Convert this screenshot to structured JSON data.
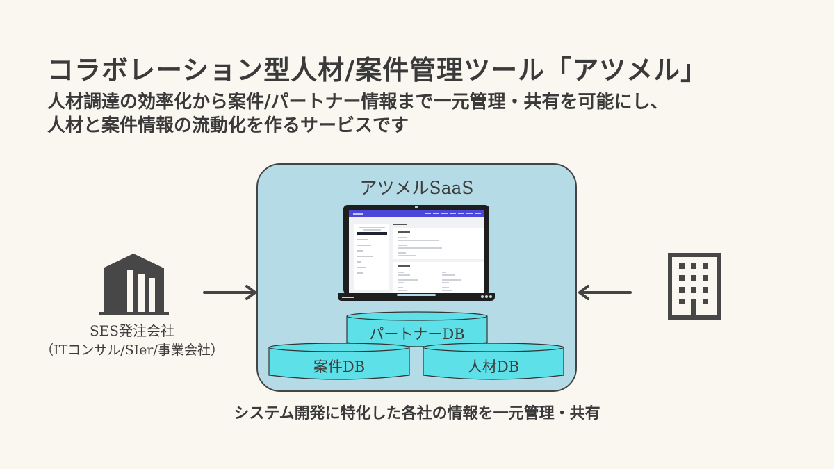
{
  "header": {
    "title": "コラボレーション型人材/案件管理ツール「アツメル」",
    "subtitle_line1": "人材調達の効率化から案件/パートナー情報まで一元管理・共有を可能にし、",
    "subtitle_line2": "人材と案件情報の流動化を作るサービスです"
  },
  "saas": {
    "title": "アツメルSaaS",
    "laptop_icon": "laptop-icon",
    "databases": [
      {
        "label": "パートナーDB"
      },
      {
        "label": "案件DB"
      },
      {
        "label": "人材DB"
      }
    ],
    "db_color": "#5ee0e8",
    "box_color": "#b5dce6"
  },
  "left_party": {
    "icon": "building-icon",
    "label_line1": "SES発注会社",
    "label_line2": "（ITコンサル/SIer/事業会社）"
  },
  "right_party": {
    "icon": "office-building-icon"
  },
  "footer": {
    "caption": "システム開発に特化した各社の情報を一元管理・共有"
  }
}
